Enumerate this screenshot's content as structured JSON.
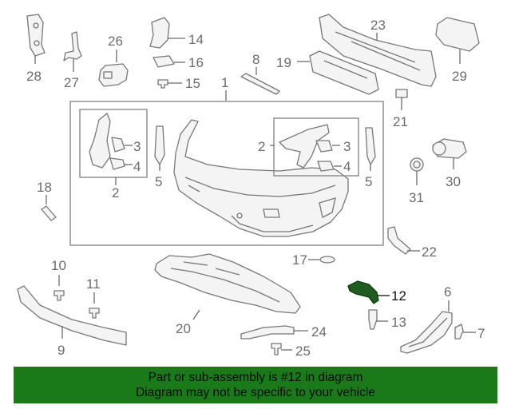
{
  "callouts": {
    "c1": "1",
    "c2a": "2",
    "c2b": "2",
    "c3a": "3",
    "c3b": "3",
    "c4a": "4",
    "c4b": "4",
    "c5a": "5",
    "c5b": "5",
    "c6": "6",
    "c7": "7",
    "c8": "8",
    "c9": "9",
    "c10": "10",
    "c11": "11",
    "c12": "12",
    "c13": "13",
    "c14": "14",
    "c15": "15",
    "c16": "16",
    "c17": "17",
    "c18": "18",
    "c19": "19",
    "c20": "20",
    "c21": "21",
    "c22": "22",
    "c23": "23",
    "c24": "24",
    "c25": "25",
    "c26": "26",
    "c27": "27",
    "c28": "28",
    "c29": "29",
    "c30": "30",
    "c31": "31"
  },
  "highlight_part": "12",
  "colors": {
    "banner_bg": "#1a7a1a",
    "highlight_fill": "#1f5c1f",
    "line": "#777777",
    "label": "#6b6b6b"
  },
  "banner": {
    "line1": "Part or sub-assembly is #12 in diagram",
    "line2": "Diagram may not be specific to your vehicle"
  }
}
